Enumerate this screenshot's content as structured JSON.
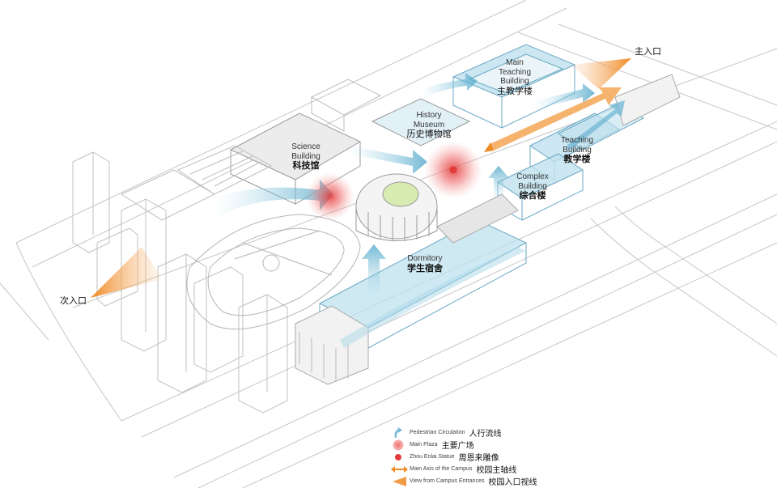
{
  "buildings": {
    "main_teaching": {
      "en": "Main Teaching Building",
      "en_lines": [
        "Main",
        "Teaching",
        "Building"
      ],
      "cn": "主教学楼"
    },
    "history_museum": {
      "en_lines": [
        "History",
        "Museum"
      ],
      "cn": "历史博物馆"
    },
    "science": {
      "en_lines": [
        "Science",
        "Building"
      ],
      "cn": "科技馆"
    },
    "teaching": {
      "en_lines": [
        "Teaching",
        "Building"
      ],
      "cn": "教学楼"
    },
    "complex": {
      "en_lines": [
        "Complex",
        "Building"
      ],
      "cn": "综合楼"
    },
    "dormitory": {
      "en_lines": [
        "Dormitory"
      ],
      "cn": "学生宿舍"
    }
  },
  "entrances": {
    "main": "主入口",
    "secondary": "次入口"
  },
  "legend": [
    {
      "symbol": "pedestrian-arrow-icon",
      "en": "Pedestrian Circulation",
      "cn": "人行流线"
    },
    {
      "symbol": "plaza-circle-icon",
      "en": "Main Plaza",
      "cn": "主要广场"
    },
    {
      "symbol": "statue-dot-icon",
      "en": "Zhou Enlai Statue",
      "cn": "周恩来雕像"
    },
    {
      "symbol": "double-arrow-icon",
      "en": "Main Axis of  the  Campus",
      "cn": "校园主轴线"
    },
    {
      "symbol": "view-cone-icon",
      "en": "View from Campus Entrances",
      "cn": "校园入口视线"
    }
  ],
  "colors": {
    "line": "#b9b9b9",
    "blue": "#6fb7d3",
    "blue_fill": "#a9d7e8",
    "red": "#e23b3b",
    "orange": "#f08a24"
  }
}
